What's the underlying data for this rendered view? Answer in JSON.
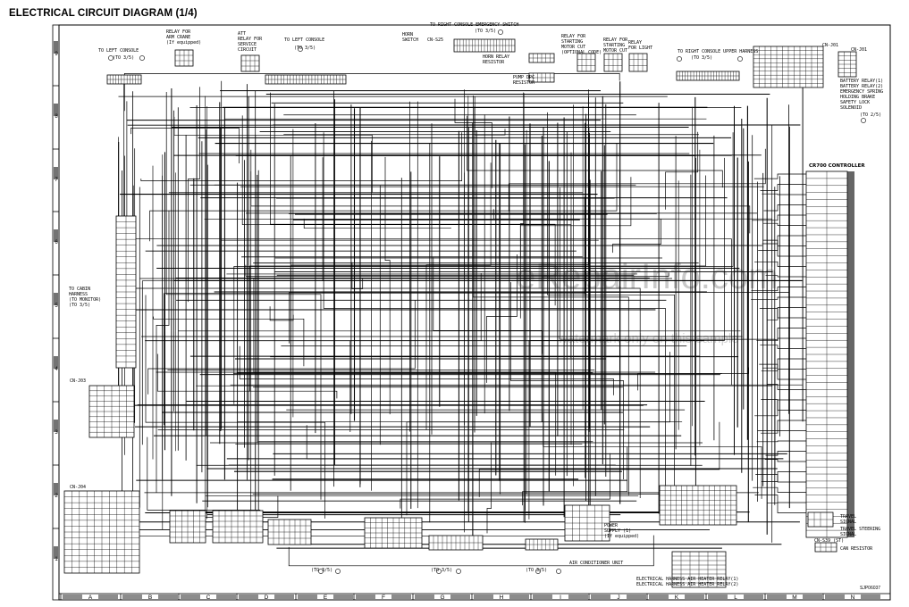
{
  "title": "ELECTRICAL CIRCUIT DIAGRAM (1/4)",
  "part_number": "SJP06037",
  "watermark": {
    "main": "eRepairInfo.com",
    "sub": "watermark only on this sample"
  },
  "row_labels": [
    "9",
    "8",
    "7",
    "6",
    "5",
    "4",
    "3",
    "2",
    "1"
  ],
  "column_labels": [
    "A",
    "B",
    "C",
    "D",
    "E",
    "F",
    "G",
    "H",
    "I",
    "J",
    "K",
    "L",
    "M",
    "N"
  ],
  "labels": {
    "to_left_console_1": "TO LEFT CONSOLE",
    "to_left_console_1_ref": "(TO 3/5)",
    "relay_arm_crane": "RELAY FOR\nARM CRANE\n(If equipped)",
    "att_relay": "ATT\nRELAY FOR\nSERVICE\nCIRCUIT",
    "to_left_console_2": "TO LEFT CONSOLE",
    "to_left_console_2_ref": "(TO 3/5)",
    "horn_switch": "HORN\nSWITCH",
    "cn_s25": "CN-S25",
    "to_right_console_emergency": "TO RIGHT CONSOLE EMERGENCY SWITCH",
    "to_right_console_emergency_ref": "(TO 3/5)",
    "horn_relay": "HORN RELAY\nRESISTOR",
    "pump_dpc": "PUMP DPC\nRESISTOR",
    "relay_starting_motor_cut_optional": "RELAY FOR\nSTARTING\nMOTOR CUT\n(OPTIONAL CODE)",
    "relay_starting_motor_cut": "RELAY FOR\nSTARTING\nMOTOR CUT",
    "relay_light": "RELAY\nFOR LIGHT",
    "to_right_console_upper": "TO RIGHT CONSOLE UPPER HARNESS",
    "to_right_console_upper_ref": "(TO 3/5)",
    "cn_j01": "CN-J01",
    "cn_j01_2": "CN-J01",
    "battery_relay_block": "BATTERY RELAY(1)\nBATTERY RELAY(2)\nEMERGENCY SPRING\nHOLDING BRAKE\nSAFETY LOCK\nSOLENOID",
    "to_2_5": "(TO 2/5)",
    "cr700_controller": "CR700 CONTROLLER",
    "to_cabin_harness": "TO CABIN\nHARNESS\n(TO MONITOR)\n(TO 3/5)",
    "cn_j03": "CN-J03",
    "cn_j04": "CN-J04",
    "to_3_5_bottom_1": "(TO 3/5)",
    "to_3_5_bottom_2": "(TO 3/5)",
    "to_3_5_bottom_3": "(TO 3/5)",
    "power_supply": "POWER\nSUPPLY (1)\n(If equipped)",
    "air_conditioner_unit": "AIR CONDITIONER UNIT",
    "electrical_harness_notes": "ELECTRICAL HARNESS AIR HEATER RELAY(1)\nELECTRICAL HARNESS AIR HEATER RELAY(2)",
    "travel_signal": "TRAVEL\nSIGNAL",
    "travel_steering_signal": "TRAVEL STEERING\nSIGNAL",
    "cn_s39": "CN-S39 (ST)",
    "can_resistor": "CAN RESISTOR"
  },
  "colors": {
    "line": "#000000",
    "watermark": "#c9c9c9",
    "background": "#ffffff"
  }
}
